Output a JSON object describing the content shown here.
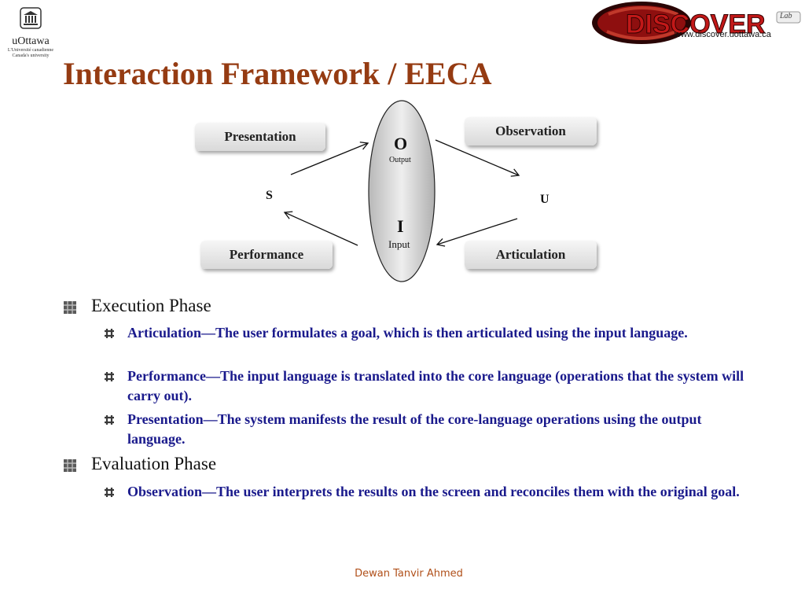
{
  "logo_left": {
    "name": "uOttawa",
    "line1": "L'Université canadienne",
    "line2": "Canada's university"
  },
  "logo_right": {
    "text": "DISCOVER",
    "lab": "Lab",
    "url": "www.discover.uottawa.ca"
  },
  "title": "Interaction Framework / EECA",
  "diagram": {
    "presentation": "Presentation",
    "observation": "Observation",
    "performance": "Performance",
    "articulation": "Articulation",
    "s": "S",
    "u": "U",
    "o": "O",
    "output": "Output",
    "i": "I",
    "input": "Input"
  },
  "bullets": [
    {
      "heading": "Execution Phase",
      "items": [
        "Articulation—The user formulates a goal, which is then articulated using the input language.",
        "Performance—The input language is translated into the core language (operations that the system will carry out).",
        "Presentation—The system manifests the result of the core-language operations using the output language."
      ]
    },
    {
      "heading": "Evaluation Phase",
      "items": [
        "Observation—The user interprets the results on the screen and reconciles them with the original goal."
      ]
    }
  ],
  "footer": "Dewan Tanvir Ahmed",
  "colors": {
    "title": "#953b12",
    "subbullet": "#1a1a8c",
    "footer": "#b0501a"
  }
}
